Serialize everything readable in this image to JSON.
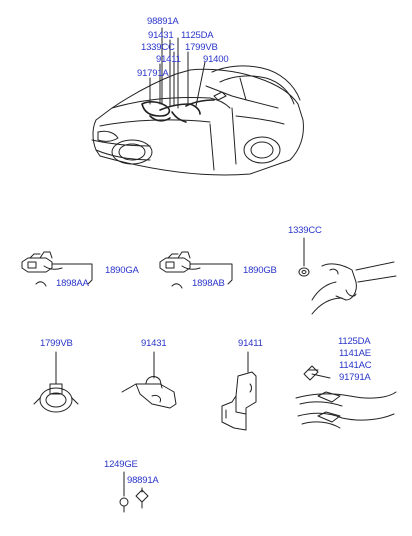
{
  "labels": {
    "car_98891A": "98891A",
    "car_91431": "91431",
    "car_1125DA": "1125DA",
    "car_1339CC": "1339CC",
    "car_1799VB": "1799VB",
    "car_91411": "91411",
    "car_91400": "91400",
    "car_91791A": "91791A",
    "a_1898AA": "1898AA",
    "a_1890GA": "1890GA",
    "b_1898AB": "1898AB",
    "b_1890GB": "1890GB",
    "c_1339CC": "1339CC",
    "d_1799VB": "1799VB",
    "e_91431": "91431",
    "f_91411": "91411",
    "g_1125DA": "1125DA",
    "g_1141AE": "1141AE",
    "g_1141AC": "1141AC",
    "g_91791A": "91791A",
    "h_1249GE": "1249GE",
    "h_98891A": "98891A"
  },
  "colors": {
    "label": "#2a35c9",
    "line": "#222222"
  }
}
